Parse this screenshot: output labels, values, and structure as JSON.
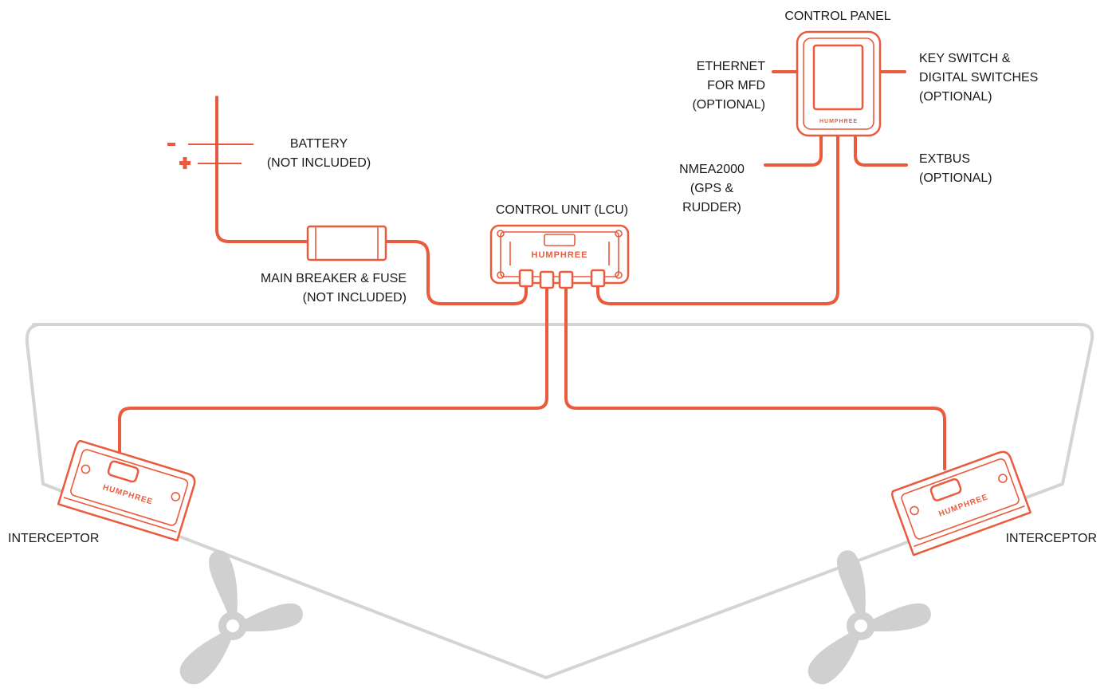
{
  "diagram": {
    "brand": "HUMPHREE",
    "colors": {
      "wire": "#ea5a3c",
      "hull": "#d4d4d4",
      "propeller": "#d0d0d0",
      "text": "#1a1a1a"
    },
    "control_panel": {
      "title": "CONTROL PANEL"
    },
    "ethernet": {
      "line1": "ETHERNET",
      "line2": "FOR MFD",
      "line3": "(OPTIONAL)"
    },
    "key_switch": {
      "line1": "KEY SWITCH &",
      "line2": "DIGITAL SWITCHES",
      "line3": "(OPTIONAL)"
    },
    "nmea": {
      "line1": "NMEA2000",
      "line2": "(GPS &",
      "line3": "RUDDER)"
    },
    "extbus": {
      "line1": "EXTBUS",
      "line2": "(OPTIONAL)"
    },
    "battery": {
      "line1": "BATTERY",
      "line2": "(NOT INCLUDED)",
      "minus": "-",
      "plus": "+"
    },
    "breaker": {
      "line1": "MAIN BREAKER & FUSE",
      "line2": "(NOT INCLUDED)"
    },
    "control_unit": {
      "title": "CONTROL UNIT (LCU)"
    },
    "interceptor_left": {
      "label": "INTERCEPTOR"
    },
    "interceptor_right": {
      "label": "INTERCEPTOR"
    }
  }
}
